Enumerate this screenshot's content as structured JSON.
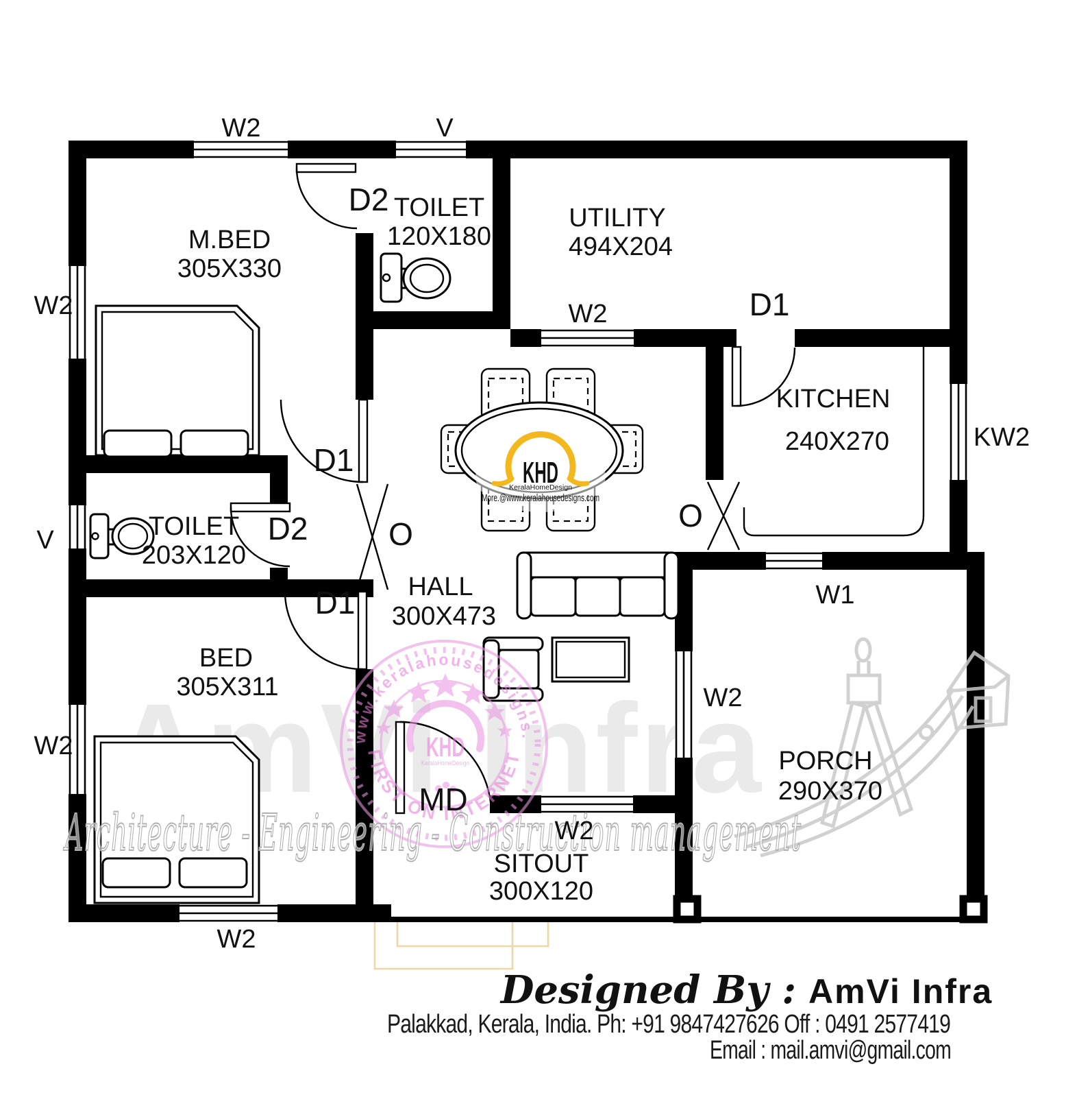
{
  "plan": {
    "rooms": {
      "mbed": {
        "name": "M.BED",
        "dim": "305X330"
      },
      "toilet_top": {
        "name": "TOILET",
        "dim": "120X180"
      },
      "utility": {
        "name": "UTILITY",
        "dim": "494X204"
      },
      "kitchen": {
        "name": "KITCHEN",
        "dim": "240X270"
      },
      "toilet_left": {
        "name": "TOILET",
        "dim": "203X120"
      },
      "bed": {
        "name": "BED",
        "dim": "305X311"
      },
      "hall": {
        "name": "HALL",
        "dim": "300X473"
      },
      "sitout": {
        "name": "SITOUT",
        "dim": "300X120"
      },
      "porch": {
        "name": "PORCH",
        "dim": "290X370"
      }
    },
    "labels": {
      "w2": "W2",
      "v": "V",
      "d1": "D1",
      "d2": "D2",
      "o": "O",
      "md": "MD",
      "w1": "W1",
      "kw2": "KW2"
    }
  },
  "khd_logo": {
    "letters": "KHD",
    "subtitle": "KeralaHomeDesign",
    "more": "More.@www.keralahousedesigns.com"
  },
  "stamp": {
    "arc_top": "www.keralahousedesigns.com",
    "arc_bottom": "FIRST ON INTERNET",
    "letters": "KHD",
    "subtitle": "KeralaHomeDesign"
  },
  "watermark": {
    "brand": "AmVi Infra",
    "tagline": "Architecture - Engineering - Construction management"
  },
  "footer": {
    "designed_by": "Designed By :",
    "company": "AmVi Infra",
    "address": "Palakkad, Kerala, India.  Ph: +91 9847427626 Off : 0491 2577419",
    "email": "Email : mail.amvi@gmail.com"
  },
  "colors": {
    "pink": "#ef1a90",
    "stamp_pink": "#e87fd9",
    "khd_blue": "#1d3f96",
    "khd_yellow": "#f3b81d",
    "wall": "#000000",
    "steps": "#f0d6a3",
    "watermark_gray": "#d6d6d6"
  }
}
